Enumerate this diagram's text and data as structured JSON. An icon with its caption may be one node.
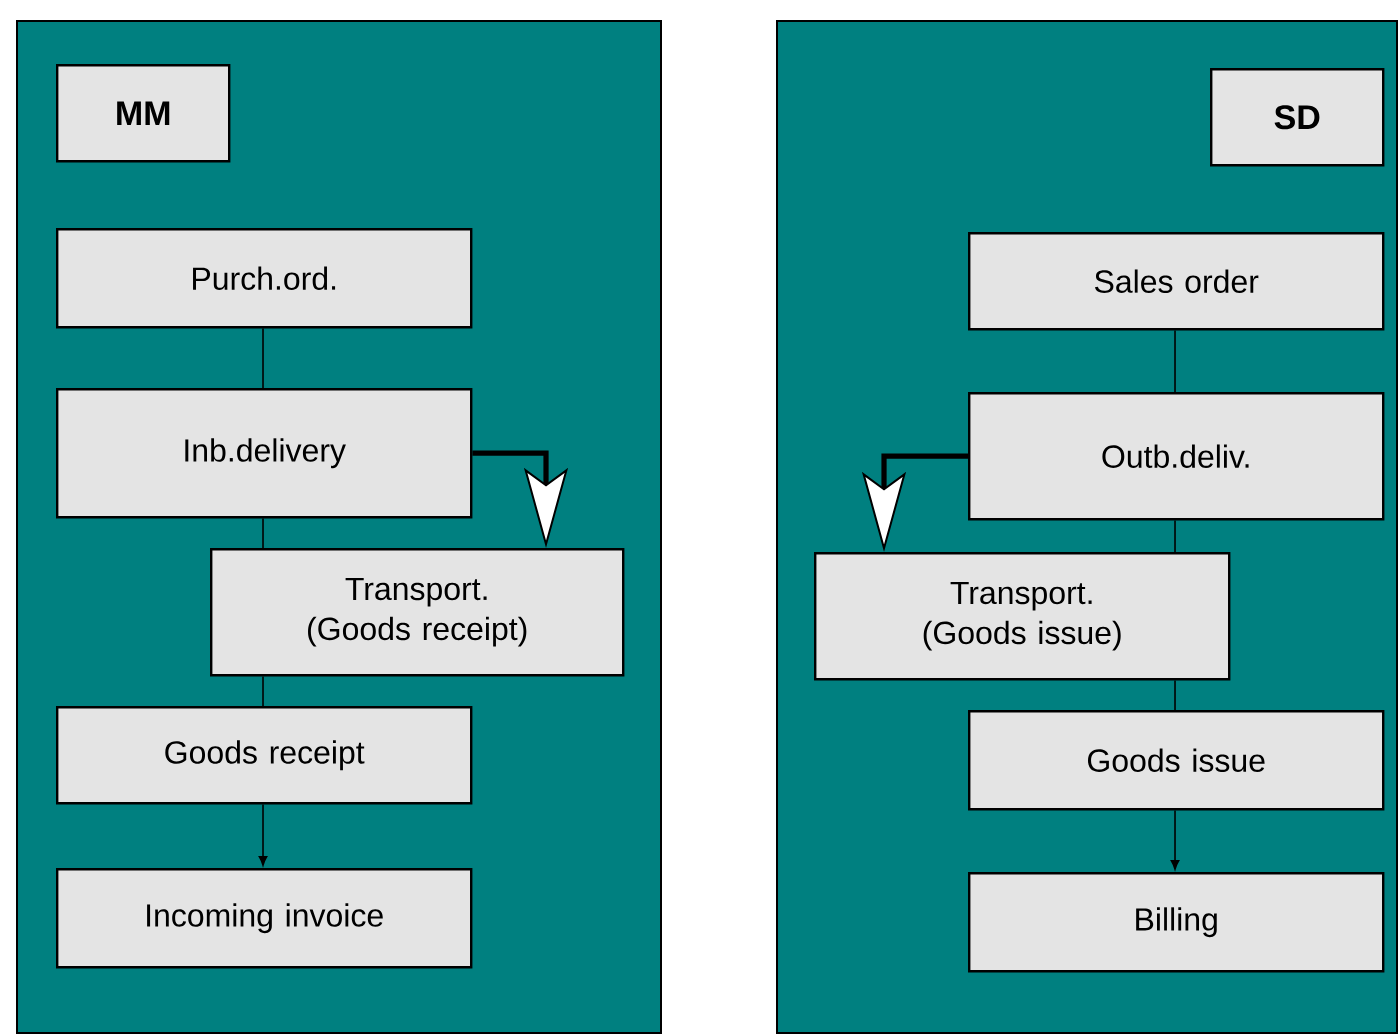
{
  "diagram": {
    "nodes": [
      {
        "text": [],
        "shape": "box"
      },
      {
        "text": [
          "MM"
        ],
        "in": 0
      },
      {
        "text": [
          "Purch.ord."
        ],
        "in": 0
      },
      {
        "text": [
          "Inb.delivery"
        ],
        "in": 0
      },
      {
        "text": [
          "Transport. (Goods receipt)"
        ],
        "in": 0
      },
      {
        "text": [
          "Goods receipt"
        ],
        "in": 0
      },
      {
        "text": [
          "Incoming invoice"
        ],
        "in": 0
      },
      {
        "text": [],
        "shape": "box"
      },
      {
        "text": [
          "SD"
        ],
        "in": 7
      },
      {
        "text": [
          "Sales order"
        ],
        "in": 7
      },
      {
        "text": [
          "Outb.deliv."
        ],
        "in": 7
      },
      {
        "text": [
          "Transport. (Goods issue)"
        ],
        "in": 7
      },
      {
        "text": [
          "Goods issue"
        ],
        "in": 7
      },
      {
        "text": [
          "Billing"
        ],
        "in": 7
      }
    ],
    "edges": [
      {
        "from": 2,
        "to": 3,
        "arrow": "none"
      },
      {
        "from": 3,
        "to": 4,
        "arrow": "none"
      },
      {
        "from": 4,
        "to": 5,
        "arrow": "none"
      },
      {
        "from": 5,
        "to": 6,
        "arrow": "to"
      },
      {
        "from": 3,
        "to": 4,
        "arrow": "to",
        "style": "thick"
      },
      {
        "from": 9,
        "to": 10,
        "arrow": "none"
      },
      {
        "from": 10,
        "to": 11,
        "arrow": "none"
      },
      {
        "from": 11,
        "to": 12,
        "arrow": "none"
      },
      {
        "from": 12,
        "to": 13,
        "arrow": "to"
      },
      {
        "from": 10,
        "to": 11,
        "arrow": "to",
        "style": "thick"
      }
    ]
  }
}
